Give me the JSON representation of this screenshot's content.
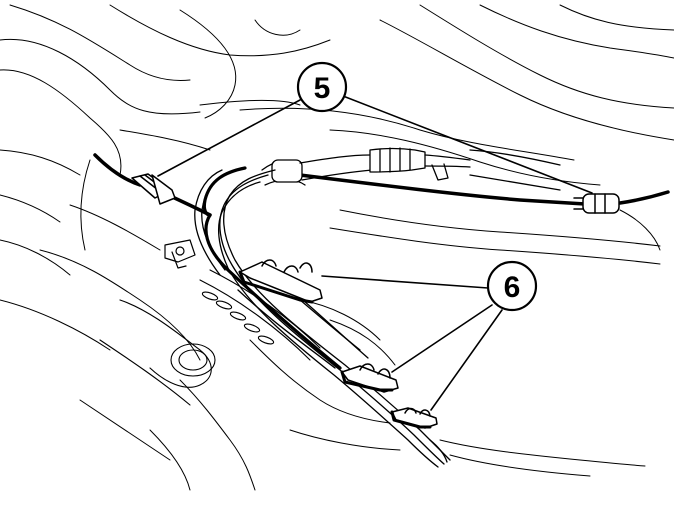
{
  "figure": {
    "callouts": [
      {
        "id": "callout-5",
        "label": "5"
      },
      {
        "id": "callout-6",
        "label": "6"
      }
    ]
  }
}
